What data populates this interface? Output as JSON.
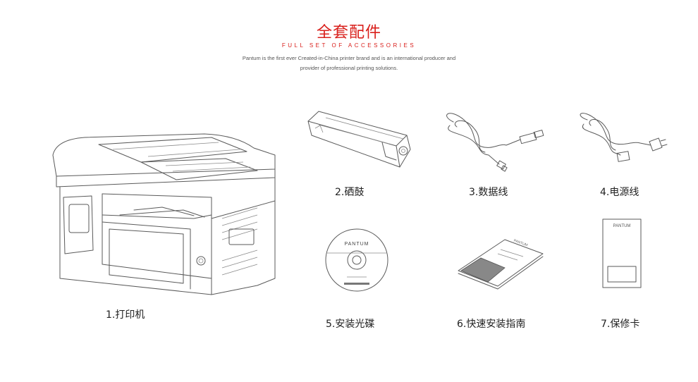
{
  "header": {
    "title": "全套配件",
    "subtitle": "FULL SET OF ACCESSORIES",
    "description_line1": "Pantum is the first ever Created-in-China printer brand and is an international producer and",
    "description_line2": "provider of professional printing solutions."
  },
  "items": [
    {
      "label": "1.打印机",
      "icon": "printer-icon"
    },
    {
      "label": "2.硒鼓",
      "icon": "toner-cartridge-icon"
    },
    {
      "label": "3.数据线",
      "icon": "usb-cable-icon"
    },
    {
      "label": "4.电源线",
      "icon": "power-cord-icon"
    },
    {
      "label": "5.安装光碟",
      "icon": "cd-icon"
    },
    {
      "label": "6.快速安装指南",
      "icon": "quick-guide-icon"
    },
    {
      "label": "7.保修卡",
      "icon": "warranty-card-icon"
    }
  ],
  "brand_text": {
    "cd_brand": "PANTUM",
    "guide_brand": "PANTUM",
    "card_brand": "PANTUM"
  },
  "colors": {
    "accent": "#d9201c",
    "line": "#5a5a5a"
  }
}
